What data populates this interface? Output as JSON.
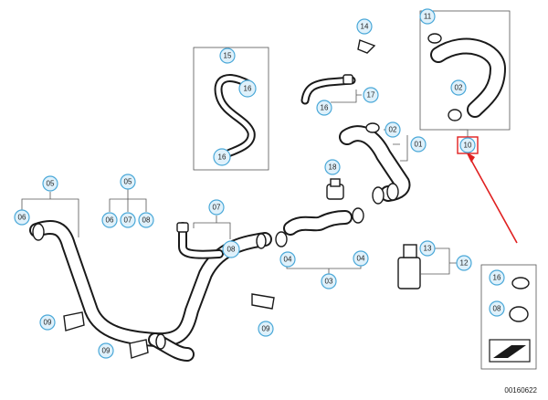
{
  "callouts": {
    "c01": "01",
    "c02": "02",
    "c03": "03",
    "c04a": "04",
    "c04b": "04",
    "c05a": "05",
    "c05b": "05",
    "c06a": "06",
    "c06b": "06",
    "c07a": "07",
    "c07b": "07",
    "c08a": "08",
    "c08b": "08",
    "c08c": "08",
    "c09a": "09",
    "c09b": "09",
    "c09c": "09",
    "c10": "10",
    "c11": "11",
    "c12": "12",
    "c13": "13",
    "c14": "14",
    "c15": "15",
    "c16a": "16",
    "c16b": "16",
    "c16c": "16",
    "c16d": "16",
    "c17": "17",
    "c18": "18",
    "c02b": "02"
  },
  "highlight_color": "#e02020",
  "callout_color": "#4aa8d8",
  "footer": {
    "part_number": "00160622"
  }
}
